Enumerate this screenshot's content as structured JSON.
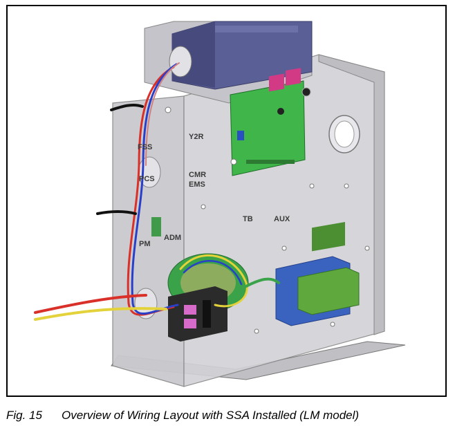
{
  "caption": {
    "figure_number": "Fig. 15",
    "title": "Overview of Wiring Layout with SSA Installed (LM model)"
  },
  "panel_labels": {
    "y2r": "Y2R",
    "fss": "FSS",
    "pcs": "PCS",
    "cmr": "CMR",
    "ems": "EMS",
    "tb": "TB",
    "aux": "AUX",
    "pm": "PM",
    "adm": "ADM"
  },
  "colors": {
    "enclosure": "#c8c8cc",
    "motor": "#5a5f95",
    "circuit_board": "#3fb54a",
    "relay": "#d23a86",
    "transformer": "#3a63c0",
    "transformer_core": "#5ea83e",
    "wire_red": "#d9302a",
    "wire_blue": "#2a3fc8",
    "wire_yellow": "#e3d23a"
  }
}
